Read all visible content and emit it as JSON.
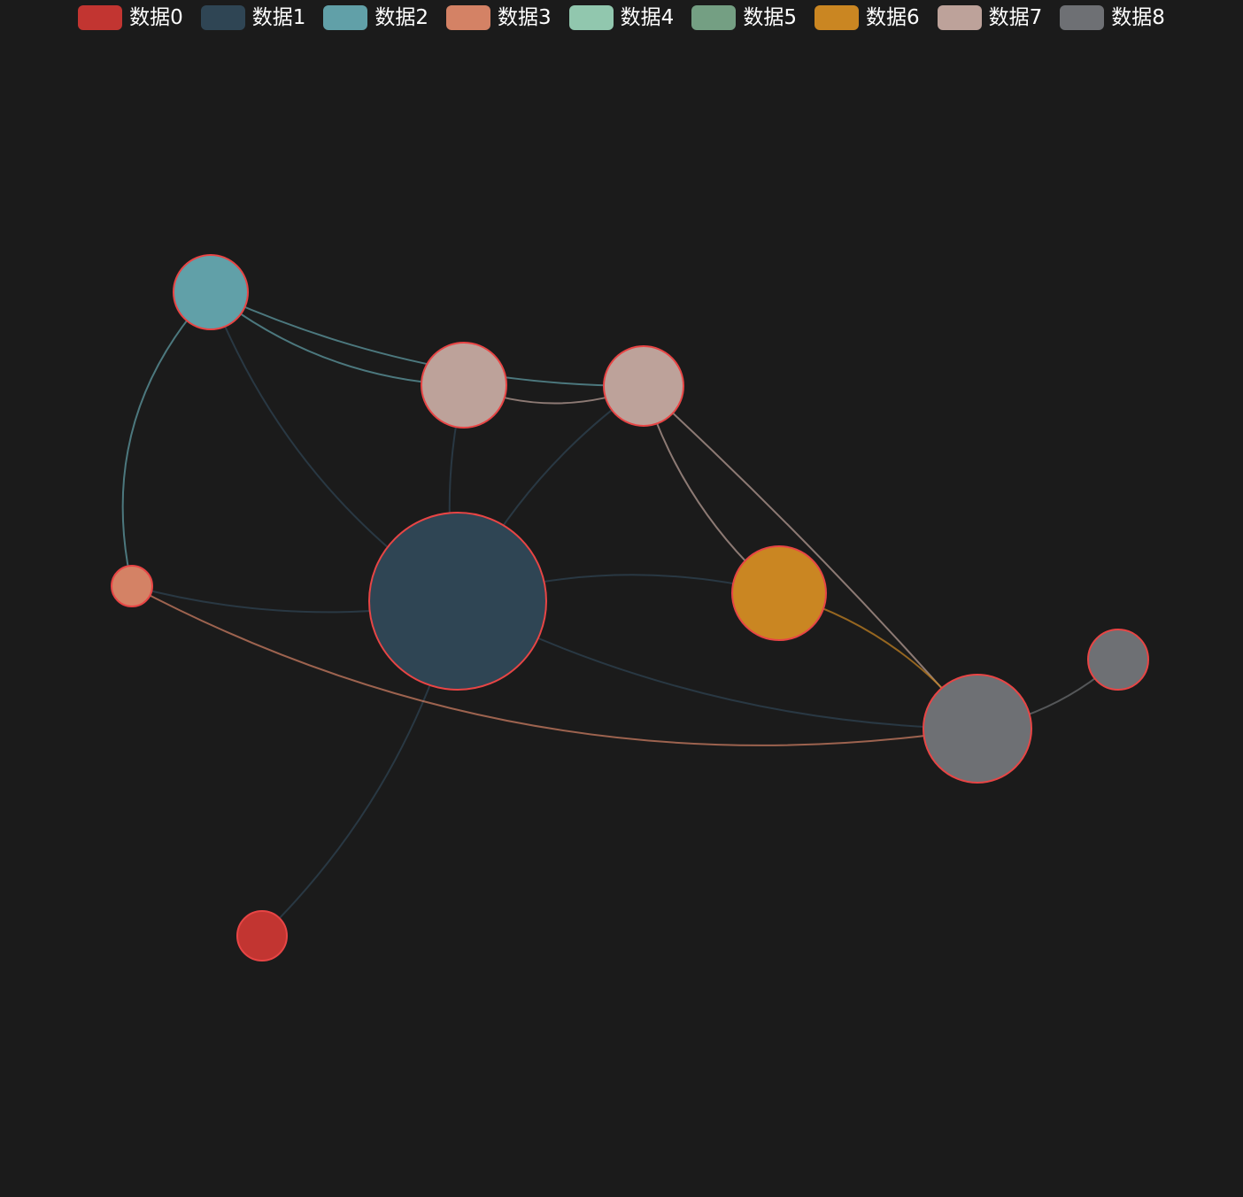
{
  "chart_data": {
    "type": "graph",
    "legend_position": "top-center",
    "categories": [
      {
        "name": "数据0",
        "color": "#c23531"
      },
      {
        "name": "数据1",
        "color": "#2f4554"
      },
      {
        "name": "数据2",
        "color": "#61a0a8"
      },
      {
        "name": "数据3",
        "color": "#d48265"
      },
      {
        "name": "数据4",
        "color": "#91c7ae"
      },
      {
        "name": "数据5",
        "color": "#749f83"
      },
      {
        "name": "数据6",
        "color": "#ca8622"
      },
      {
        "name": "数据7",
        "color": "#bda29a"
      },
      {
        "name": "数据8",
        "color": "#6e7074"
      }
    ],
    "node_border_color": "#e84545",
    "nodes": [
      {
        "id": "n0",
        "category": 0
      },
      {
        "id": "n1",
        "category": 1
      },
      {
        "id": "n2",
        "category": 2
      },
      {
        "id": "n3",
        "category": 3
      },
      {
        "id": "n7a",
        "category": 7
      },
      {
        "id": "n7b",
        "category": 7
      },
      {
        "id": "n6",
        "category": 6
      },
      {
        "id": "n8a",
        "category": 8
      },
      {
        "id": "n8b",
        "category": 8
      }
    ],
    "links": [
      {
        "source": "n1",
        "target": "n0"
      },
      {
        "source": "n1",
        "target": "n2"
      },
      {
        "source": "n1",
        "target": "n3"
      },
      {
        "source": "n1",
        "target": "n7a"
      },
      {
        "source": "n1",
        "target": "n7b"
      },
      {
        "source": "n1",
        "target": "n6"
      },
      {
        "source": "n1",
        "target": "n8a"
      },
      {
        "source": "n2",
        "target": "n3"
      },
      {
        "source": "n2",
        "target": "n7a"
      },
      {
        "source": "n2",
        "target": "n7b"
      },
      {
        "source": "n7a",
        "target": "n7b"
      },
      {
        "source": "n7b",
        "target": "n6"
      },
      {
        "source": "n7b",
        "target": "n8a"
      },
      {
        "source": "n6",
        "target": "n8a"
      },
      {
        "source": "n3",
        "target": "n8a"
      },
      {
        "source": "n8a",
        "target": "n8b"
      }
    ]
  }
}
